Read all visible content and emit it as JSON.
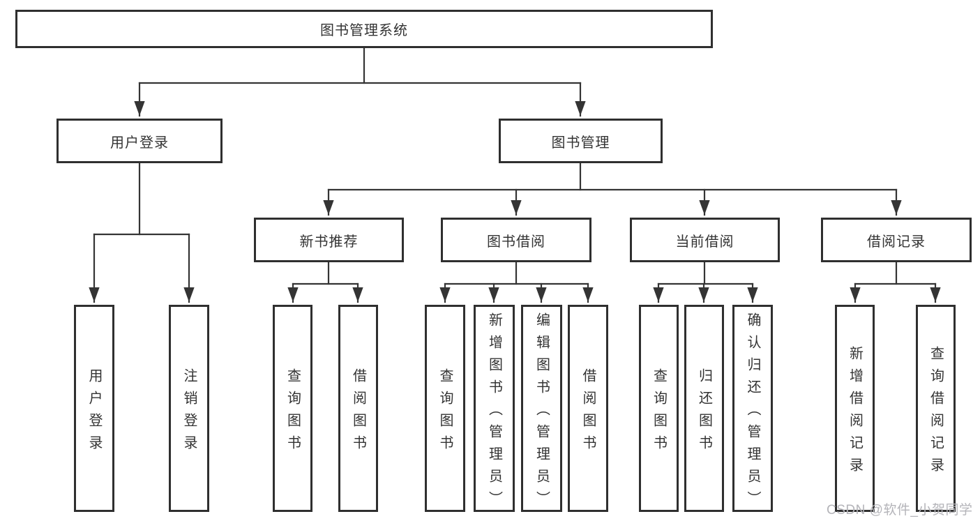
{
  "diagram_title": "图书管理系统",
  "colors": {
    "line": "#343434",
    "box_border": "#2f2f2f",
    "box_fill": "#ffffff",
    "text": "#333333",
    "watermark": "#b4b4b9",
    "background": "#ffffff"
  },
  "nodes": {
    "root": "图书管理系统",
    "login": "用户登录",
    "manage": "图书管理",
    "recommend": "新书推荐",
    "borrow": "图书借阅",
    "current": "当前借阅",
    "records": "借阅记录",
    "login_children": [
      "用户登录",
      "注销登录"
    ],
    "recommend_children": [
      "查询图书",
      "借阅图书"
    ],
    "borrow_children": [
      "查询图书",
      "新增图书（管理员）",
      "编辑图书（管理员）",
      "借阅图书"
    ],
    "current_children": [
      "查询图书",
      "归还图书",
      "确认归还（管理员）"
    ],
    "records_children": [
      "新增借阅记录",
      "查询借阅记录"
    ]
  },
  "watermark": {
    "text": "CSDN @软件_小贺同学"
  }
}
